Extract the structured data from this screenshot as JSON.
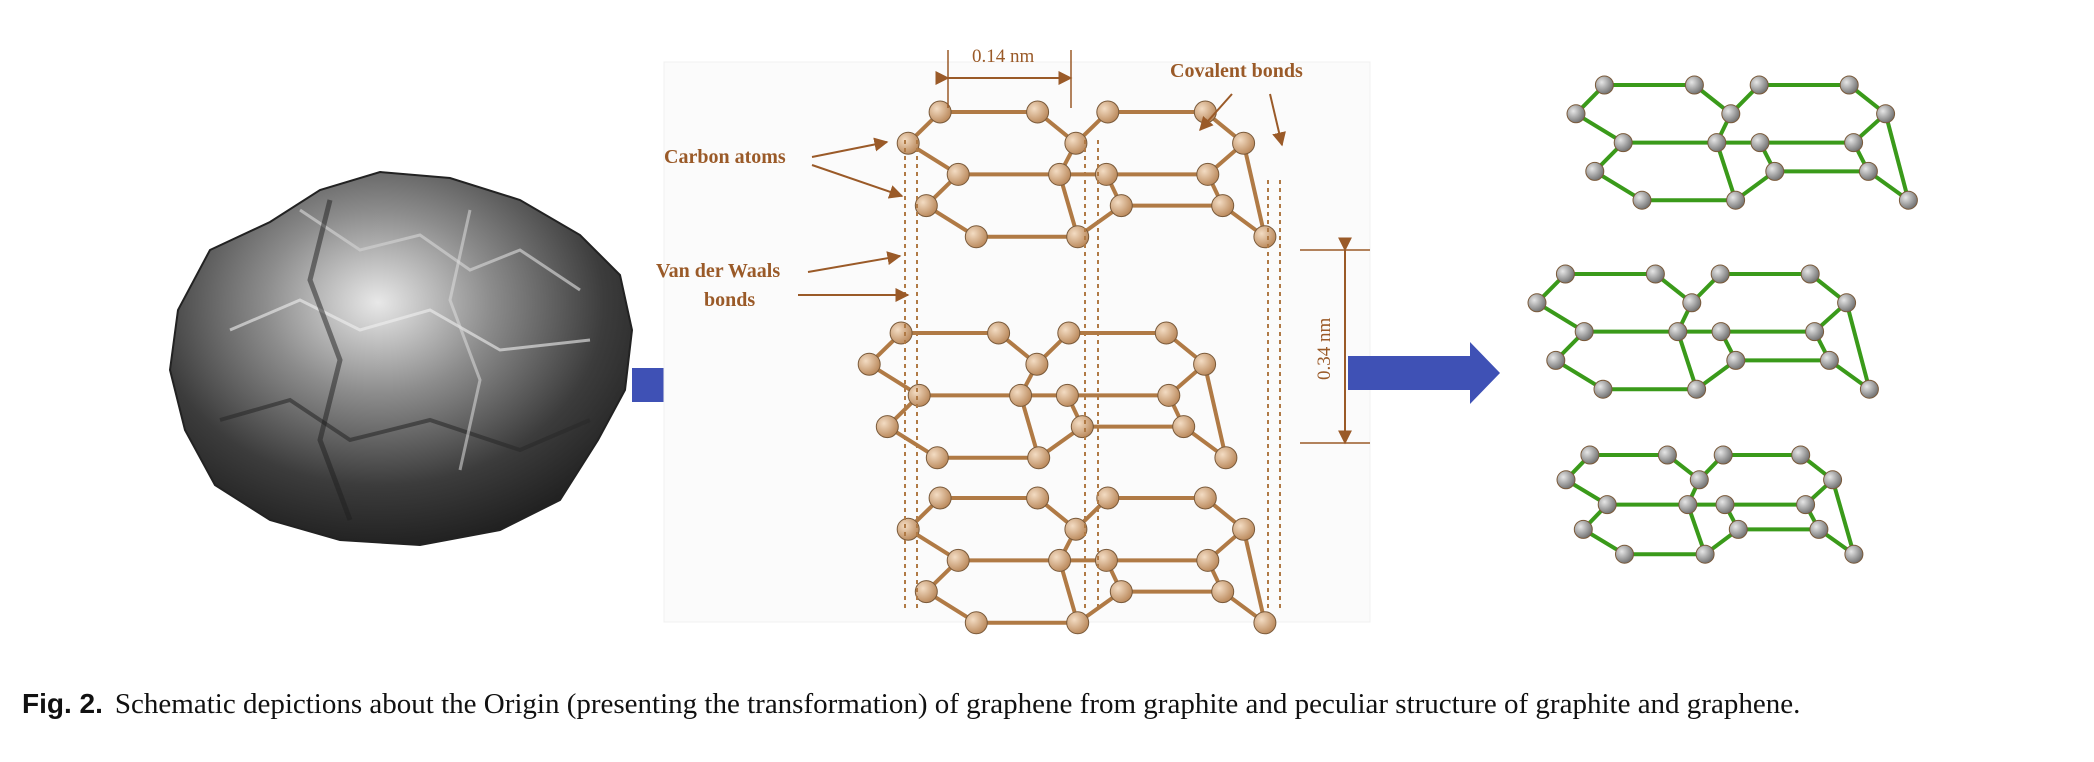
{
  "figure": {
    "labels": {
      "carbon_atoms": "Carbon atoms",
      "vdw_line1": "Van der Waals",
      "vdw_line2": "bonds",
      "covalent": "Covalent bonds",
      "spacing_bond": "0.14 nm",
      "spacing_layer": "0.34 nm"
    },
    "panels": [
      {
        "name": "graphite-photo"
      },
      {
        "name": "graphite-layered-structure"
      },
      {
        "name": "graphene-sheets"
      }
    ],
    "colors": {
      "arrow": "#3f51b5",
      "graphite_bond": "#b07a45",
      "graphite_atom": "#caa07a",
      "graphene_bond": "#3a9a1a",
      "graphene_atom": "#8a8a8a"
    }
  },
  "caption": {
    "label": "Fig. 2.",
    "text": "Schematic depictions about the Origin (presenting the transformation) of graphene from graphite and peculiar structure of graphite and graphene."
  }
}
